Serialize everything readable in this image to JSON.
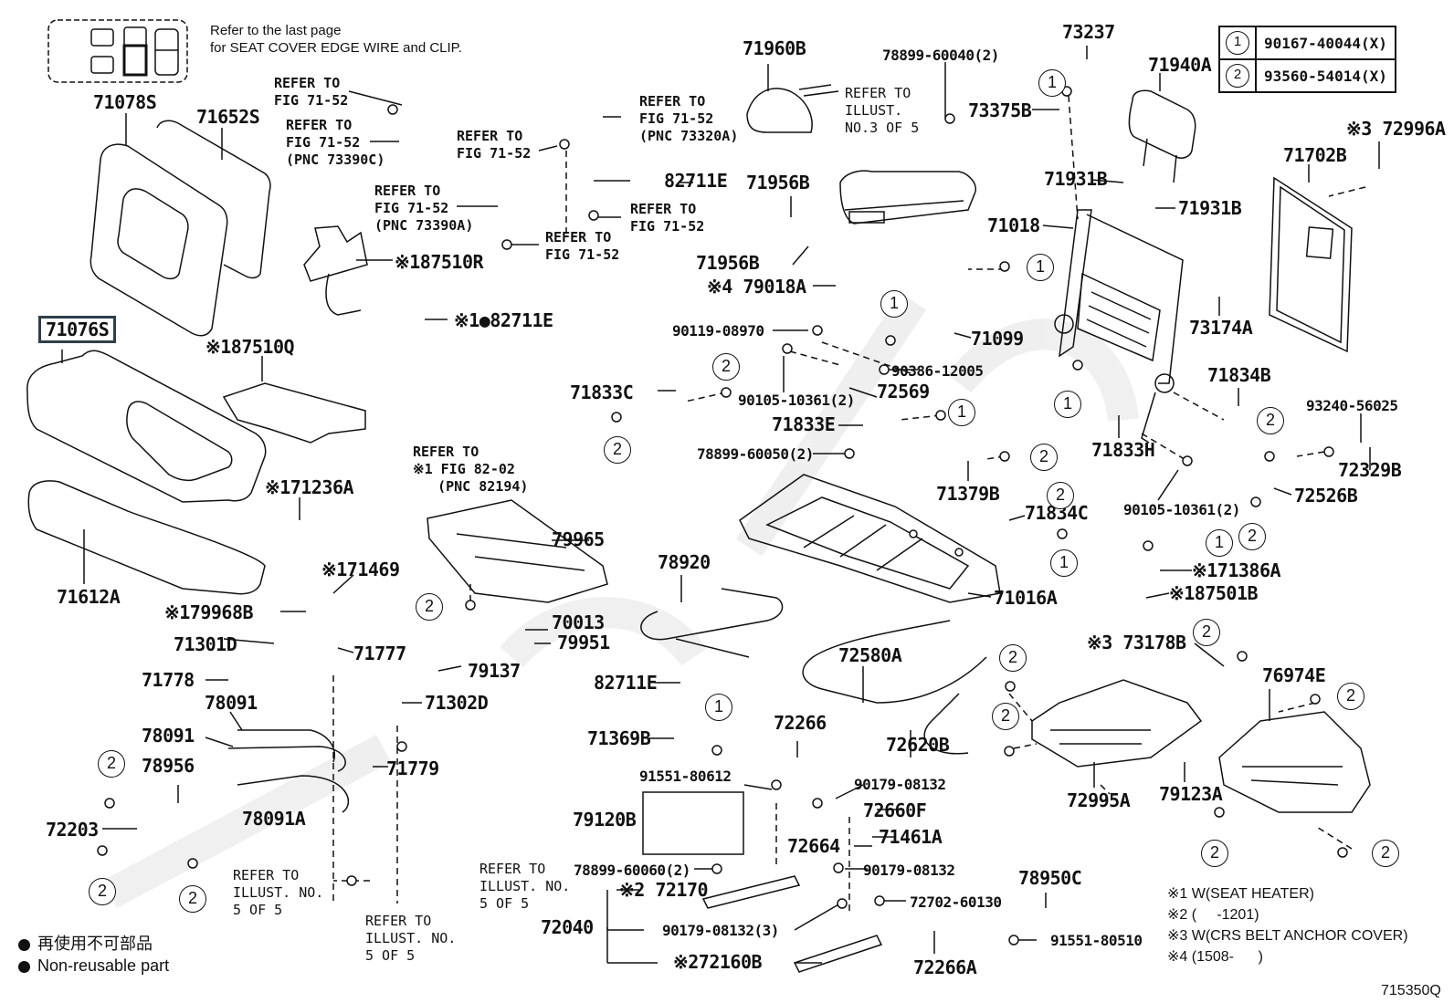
{
  "header_note": {
    "line1": "Refer to the last page",
    "line2": "for SEAT COVER EDGE WIRE and CLIP."
  },
  "fastener_legend": [
    {
      "key": "1",
      "part": "90167-40044(X)"
    },
    {
      "key": "2",
      "part": "93560-54014(X)"
    }
  ],
  "highlighted_part": "71076S",
  "parts": [
    {
      "id": "71078S",
      "label": "71078S"
    },
    {
      "id": "71652S",
      "label": "71652S"
    },
    {
      "id": "87510R",
      "label": "※187510R"
    },
    {
      "id": "82711E-a",
      "label": "※1●82711E"
    },
    {
      "id": "87510Q",
      "label": "※187510Q"
    },
    {
      "id": "71236A",
      "label": "※171236A"
    },
    {
      "id": "71612A",
      "label": "71612A"
    },
    {
      "id": "71469",
      "label": "※171469"
    },
    {
      "id": "79968B",
      "label": "※179968B"
    },
    {
      "id": "71301D",
      "label": "71301D"
    },
    {
      "id": "71777",
      "label": "71777"
    },
    {
      "id": "71778",
      "label": "71778"
    },
    {
      "id": "79137",
      "label": "79137"
    },
    {
      "id": "78091-a",
      "label": "78091"
    },
    {
      "id": "71302D",
      "label": "71302D"
    },
    {
      "id": "78091-b",
      "label": "78091"
    },
    {
      "id": "71779",
      "label": "71779"
    },
    {
      "id": "78956",
      "label": "78956"
    },
    {
      "id": "78091A",
      "label": "78091A"
    },
    {
      "id": "72203",
      "label": "72203"
    },
    {
      "id": "71960B",
      "label": "71960B"
    },
    {
      "id": "82711E-b",
      "label": "82711E"
    },
    {
      "id": "71956B-a",
      "label": "71956B"
    },
    {
      "id": "71956B-b",
      "label": "71956B"
    },
    {
      "id": "79018A",
      "label": "※4 79018A"
    },
    {
      "id": "90119-08970",
      "label": "90119-08970"
    },
    {
      "id": "90386-12005",
      "label": "90386-12005"
    },
    {
      "id": "71833C",
      "label": "71833C"
    },
    {
      "id": "90105-10361-a",
      "label": "90105-10361(2)"
    },
    {
      "id": "72569",
      "label": "72569"
    },
    {
      "id": "71833E",
      "label": "71833E"
    },
    {
      "id": "78899-60050",
      "label": "78899-60050(2)"
    },
    {
      "id": "79965",
      "label": "79965"
    },
    {
      "id": "70013",
      "label": "70013"
    },
    {
      "id": "79951",
      "label": "79951"
    },
    {
      "id": "78920",
      "label": "78920"
    },
    {
      "id": "82711E-c",
      "label": "82711E"
    },
    {
      "id": "71369B",
      "label": "71369B"
    },
    {
      "id": "72266",
      "label": "72266"
    },
    {
      "id": "72580A",
      "label": "72580A"
    },
    {
      "id": "72620B",
      "label": "72620B"
    },
    {
      "id": "91551-80612",
      "label": "91551-80612"
    },
    {
      "id": "79120B",
      "label": "79120B"
    },
    {
      "id": "90179-08132-a",
      "label": "90179-08132"
    },
    {
      "id": "72660F",
      "label": "72660F"
    },
    {
      "id": "72664",
      "label": "72664"
    },
    {
      "id": "71461A",
      "label": "71461A"
    },
    {
      "id": "78899-60060",
      "label": "78899-60060(2)"
    },
    {
      "id": "90179-08132-b",
      "label": "90179-08132"
    },
    {
      "id": "72170",
      "label": "※2 72170"
    },
    {
      "id": "72702-60130",
      "label": "72702-60130"
    },
    {
      "id": "72040",
      "label": "72040"
    },
    {
      "id": "90179-08132-c",
      "label": "90179-08132(3)"
    },
    {
      "id": "72160B",
      "label": "※272160B"
    },
    {
      "id": "72266A",
      "label": "72266A"
    },
    {
      "id": "78899-60040",
      "label": "78899-60040(2)"
    },
    {
      "id": "73237",
      "label": "73237"
    },
    {
      "id": "73375B",
      "label": "73375B"
    },
    {
      "id": "71940A",
      "label": "71940A"
    },
    {
      "id": "72996A",
      "label": "※3 72996A"
    },
    {
      "id": "71702B",
      "label": "71702B"
    },
    {
      "id": "71931B-a",
      "label": "71931B"
    },
    {
      "id": "71931B-b",
      "label": "71931B"
    },
    {
      "id": "71018",
      "label": "71018"
    },
    {
      "id": "71099",
      "label": "71099"
    },
    {
      "id": "73174A",
      "label": "73174A"
    },
    {
      "id": "71834B",
      "label": "71834B"
    },
    {
      "id": "93240-56025",
      "label": "93240-56025"
    },
    {
      "id": "71833H",
      "label": "71833H"
    },
    {
      "id": "72329B",
      "label": "72329B"
    },
    {
      "id": "71379B",
      "label": "71379B"
    },
    {
      "id": "90105-10361-b",
      "label": "90105-10361(2)"
    },
    {
      "id": "72526B",
      "label": "72526B"
    },
    {
      "id": "71834C",
      "label": "71834C"
    },
    {
      "id": "71016A",
      "label": "71016A"
    },
    {
      "id": "71386A",
      "label": "※171386A"
    },
    {
      "id": "87501B",
      "label": "※187501B"
    },
    {
      "id": "73178B",
      "label": "※3 73178B"
    },
    {
      "id": "76974E",
      "label": "76974E"
    },
    {
      "id": "72995A",
      "label": "72995A"
    },
    {
      "id": "79123A",
      "label": "79123A"
    },
    {
      "id": "78950C",
      "label": "78950C"
    },
    {
      "id": "91551-80510",
      "label": "91551-80510"
    }
  ],
  "refer_notes": [
    {
      "id": "r1",
      "text": "REFER TO\nFIG 71-52"
    },
    {
      "id": "r2",
      "text": "REFER TO\nFIG 71-52\n(PNC 73390C)"
    },
    {
      "id": "r3",
      "text": "REFER TO\nFIG 71-52"
    },
    {
      "id": "r4",
      "text": "REFER TO\nFIG 71-52\n(PNC 73320A)"
    },
    {
      "id": "r5",
      "text": "REFER TO\nFIG 71-52\n(PNC 73390A)"
    },
    {
      "id": "r6",
      "text": "REFER TO\nFIG 71-52"
    },
    {
      "id": "r7",
      "text": "REFER TO\nFIG 71-52"
    },
    {
      "id": "r8",
      "text": "REFER TO\nILLUST.\nNO.3 OF 5"
    },
    {
      "id": "r9",
      "text": "REFER TO\n※1 FIG 82-02\n   (PNC 82194)"
    },
    {
      "id": "r10",
      "text": "REFER TO\nILLUST. NO.\n5 OF 5"
    },
    {
      "id": "r11",
      "text": "REFER TO\nILLUST. NO.\n5 OF 5"
    },
    {
      "id": "r12",
      "text": "REFER TO\nILLUST. NO.\n5 OF 5"
    }
  ],
  "symbol_legend": [
    {
      "text": "再使用不可部品"
    },
    {
      "text": "Non-reusable part"
    }
  ],
  "footnotes": [
    "※1 W(SEAT HEATER)",
    "※2 (     -1201)",
    "※3 W(CRS BELT ANCHOR COVER)",
    "※4 (1508-      )"
  ],
  "figure_code": "715350Q"
}
